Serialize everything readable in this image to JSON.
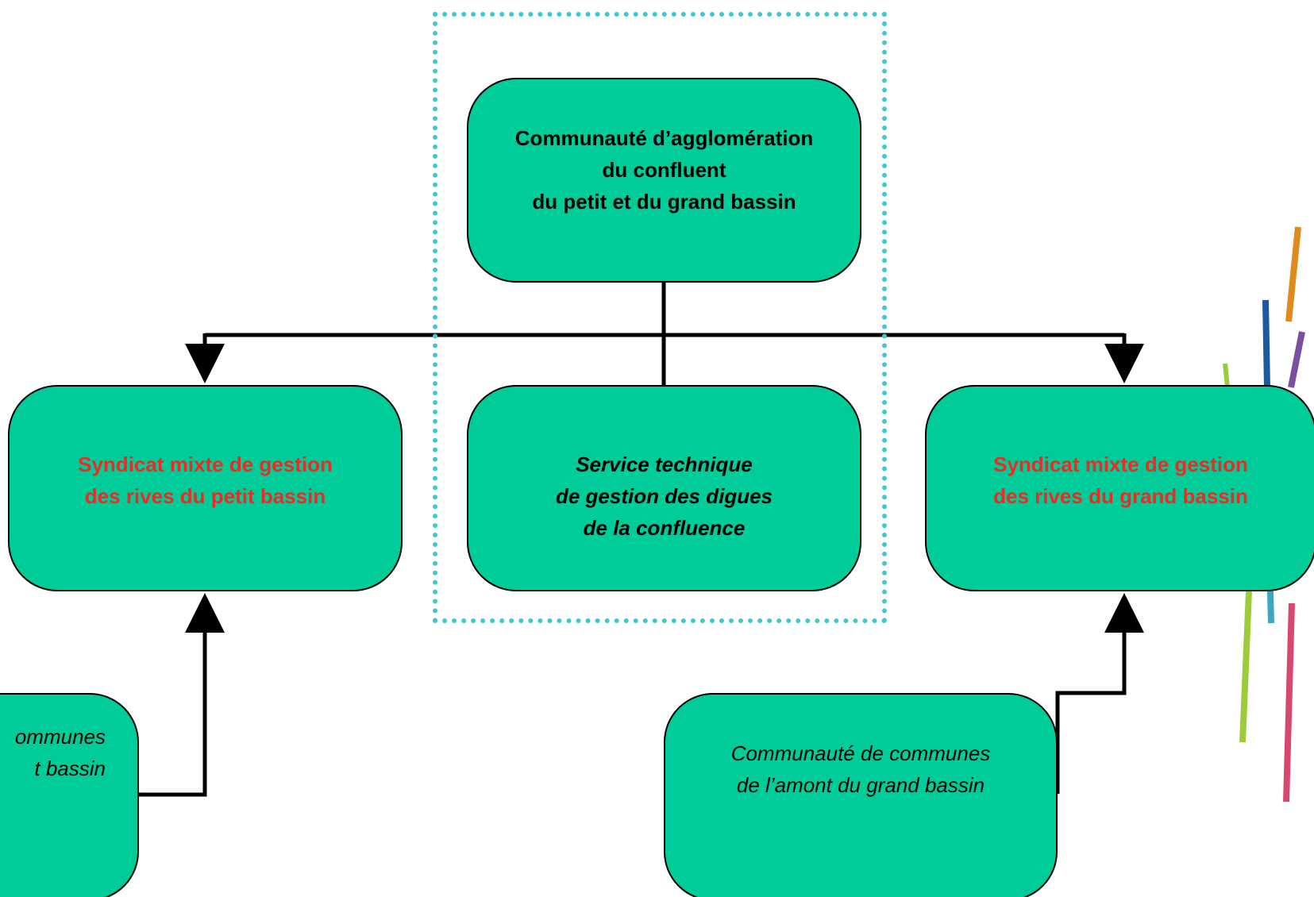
{
  "diagram": {
    "nodes": {
      "top": "Communauté d’agglomération\ndu confluent\ndu petit et du grand bassin",
      "left": "Syndicat mixte de gestion\ndes rives du petit bassin",
      "middle": "Service technique\nde gestion des digues\nde la confluence",
      "right": "Syndicat mixte de gestion\ndes rives du grand bassin",
      "bottom_left": "ommunes\nt bassin",
      "bottom_right": "Communauté de communes\nde l’amont du grand bassin"
    }
  },
  "colors": {
    "node_fill": "#00cc99",
    "highlight_text": "#ee2a24",
    "frame": "#3ec9d0",
    "decoration": [
      "#e08a1e",
      "#1b5aa0",
      "#7b4fa0",
      "#9ccc3c",
      "#3aa8c0",
      "#d8486e"
    ]
  }
}
